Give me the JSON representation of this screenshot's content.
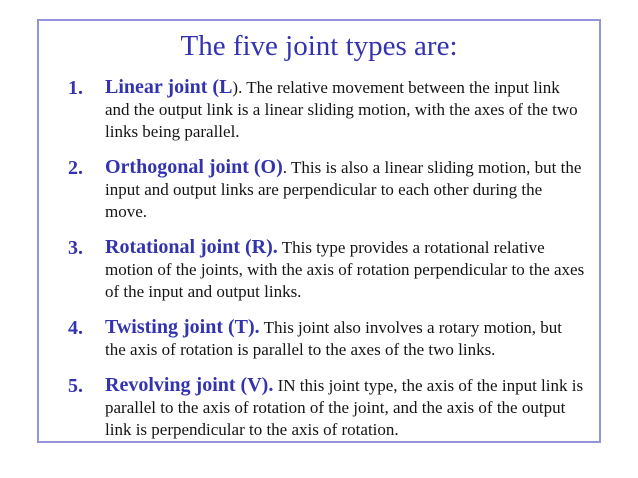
{
  "colors": {
    "background": "#ffffff",
    "frame_border": "#9494d8",
    "accent_blue": "#3333b0",
    "body_text": "#141414"
  },
  "slide": {
    "title": "The five joint types are:",
    "items": [
      {
        "number": "1.",
        "heading": "Linear joint (L",
        "rest": "). The relative movement between the input link and the output link is a linear sliding motion, with the axes of the two links being parallel."
      },
      {
        "number": "2.",
        "heading": "Orthogonal joint (O)",
        "rest": ". This is also a linear sliding motion, but the input and output links are perpendicular to each other during the move."
      },
      {
        "number": "3.",
        "heading": "Rotational joint (R).",
        "rest": " This type provides a rotational relative motion of the joints, with the axis of rotation perpendicular to the axes of the input and output links."
      },
      {
        "number": "4.",
        "heading": "Twisting joint (T).",
        "rest": " This joint also involves a rotary motion, but the axis of rotation is parallel to the axes of the two links."
      },
      {
        "number": "5.",
        "heading": "Revolving joint (V).",
        "rest": " IN this joint type, the axis of the input link is parallel to the axis of rotation of the joint, and the axis of the output link is perpendicular to the axis of rotation."
      }
    ]
  }
}
